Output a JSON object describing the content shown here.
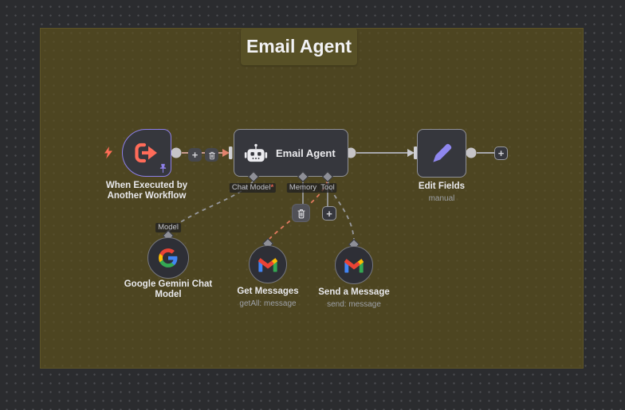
{
  "title": "Email Agent",
  "trigger_node": {
    "label": [
      "When Executed by",
      "Another Workflow"
    ]
  },
  "agent_node": {
    "title": "Email Agent",
    "connectors": {
      "chat_model": {
        "label": "Chat Model",
        "required_mark": "*"
      },
      "memory": {
        "label": "Memory"
      },
      "tool": {
        "label": "Tool"
      }
    }
  },
  "edit_node": {
    "label": "Edit Fields",
    "sublabel": "manual"
  },
  "gemini_node": {
    "connector_label": "Model",
    "label": [
      "Google Gemini Chat",
      "Model"
    ]
  },
  "get_messages_node": {
    "label": "Get Messages",
    "sublabel": "getAll: message"
  },
  "send_message_node": {
    "label": "Send a Message",
    "sublabel": "send: message"
  },
  "buttons": {
    "plus": "+"
  },
  "colors": {
    "canvas_bg": "#2b2c2f",
    "selection_overlay": "#4d4521",
    "node_fill": "#36373d",
    "node_border": "#909197",
    "trigger_border": "#8d80e8",
    "accent_coral": "#ff6b59",
    "accent_lavender": "#8f87ef",
    "wire_gray": "#a7a7ab",
    "wire_salmon": "#c79a8f",
    "wire_dashed_gray": "#97989d",
    "wire_dashed_coral": "#e07a5f",
    "required_red": "#e4604f",
    "google_blue": "#4285F4",
    "google_red": "#EA4335",
    "google_yellow": "#FBBC05",
    "google_green": "#34A853"
  }
}
